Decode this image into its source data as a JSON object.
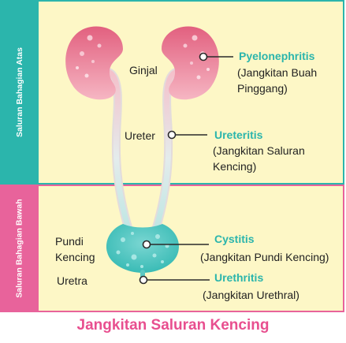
{
  "sections": {
    "upper_tract": "Saluran Bahagian Atas",
    "lower_tract": "Saluran Bahagian Bawah"
  },
  "anatomy": {
    "kidney": "Ginjal",
    "ureter": "Ureter",
    "bladder": "Pundi Kencing",
    "urethra": "Uretra"
  },
  "infections": [
    {
      "name": "Pyelonephritis",
      "description": "(Jangkitan Buah Pinggang)"
    },
    {
      "name": "Ureteritis",
      "description": "(Jangkitan Saluran Kencing)"
    },
    {
      "name": "Cystitis",
      "description": "(Jangkitan Pundi Kencing)"
    },
    {
      "name": "Urethritis",
      "description": "(Jangkitan Urethral)"
    }
  ],
  "title": "Jangkitan Saluran Kencing",
  "colors": {
    "teal": "#2bb5ac",
    "pink": "#e8639b",
    "cream": "#fdf7c6",
    "title_pink": "#e84f8f"
  }
}
